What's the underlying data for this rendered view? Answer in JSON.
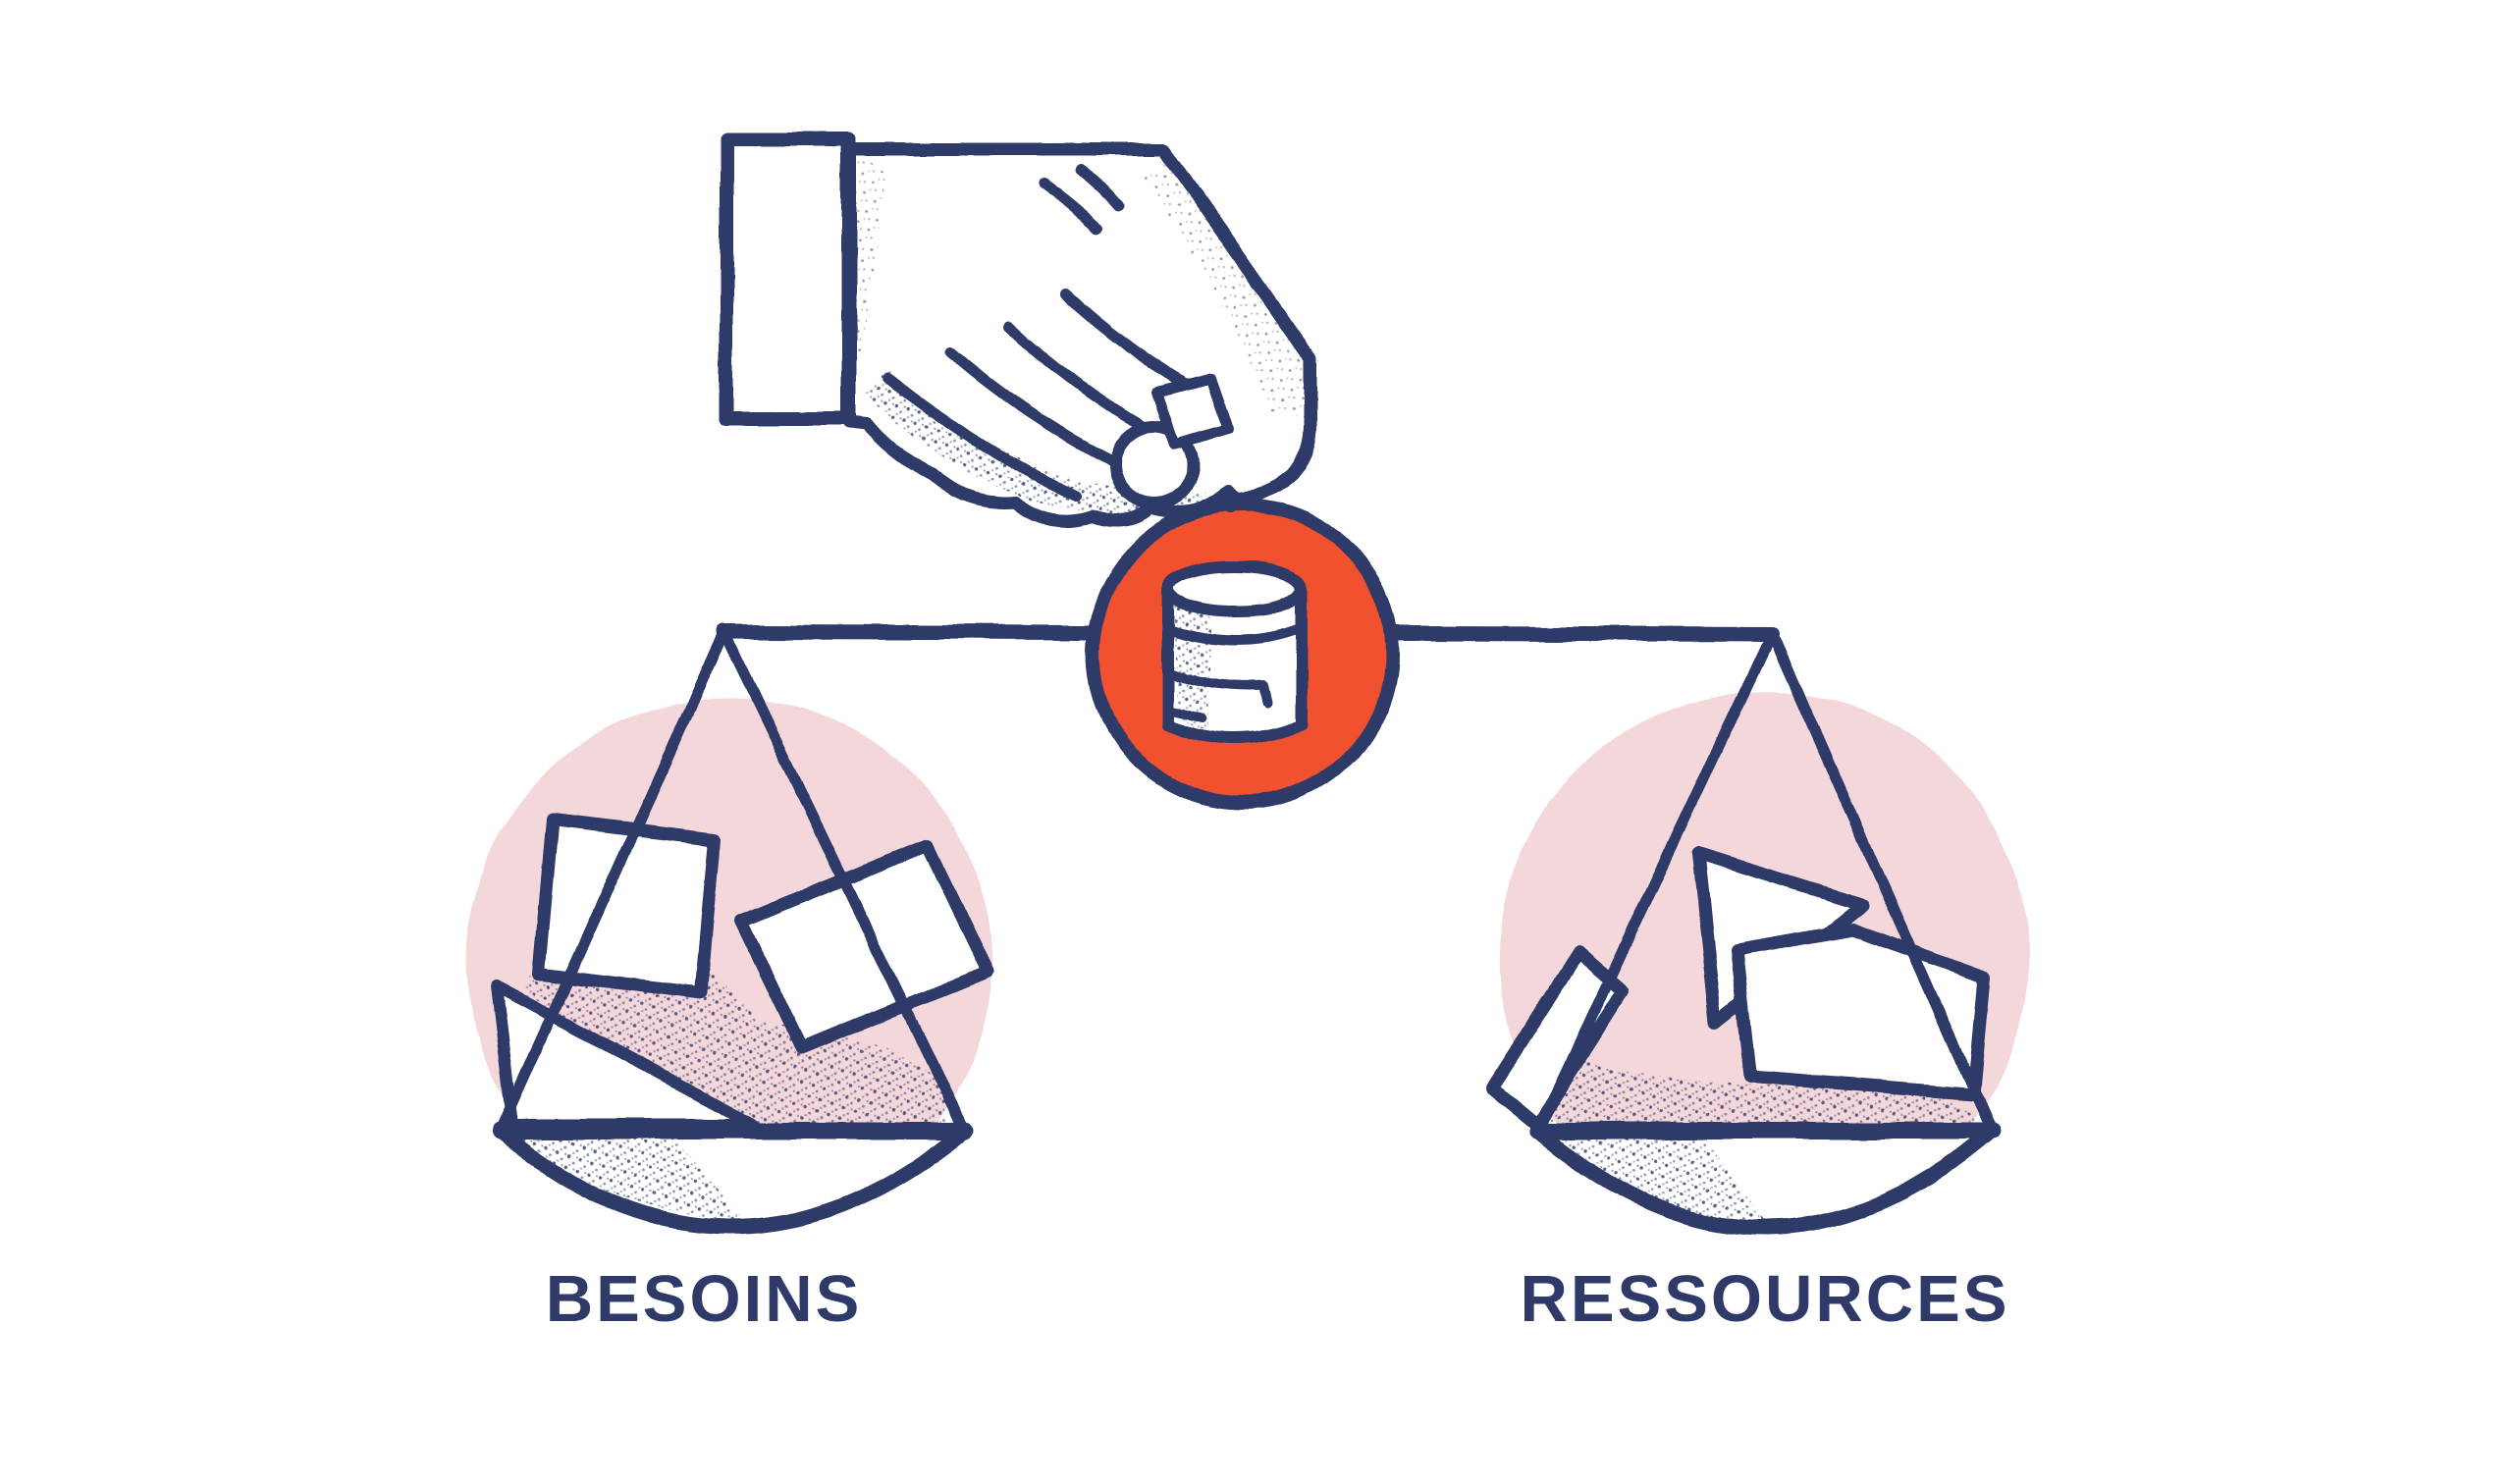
{
  "illustration": {
    "description": "hand-drawn balance scale weighing needs versus resources",
    "colors": {
      "ink_navy": "#2F3A68",
      "accent_orange": "#F1512D",
      "soft_pink": "#F4D7DB",
      "background_white": "#FFFFFF"
    },
    "icons": [
      "hand-icon",
      "sleeve-cuff-icon",
      "coin-stack-icon",
      "balance-beam-icon",
      "scale-pan-icon"
    ],
    "center": {
      "icon_label": "coin-stack-icon"
    },
    "left_pan": {
      "label": "BESOINS"
    },
    "right_pan": {
      "label": "RESSOURCES"
    }
  }
}
